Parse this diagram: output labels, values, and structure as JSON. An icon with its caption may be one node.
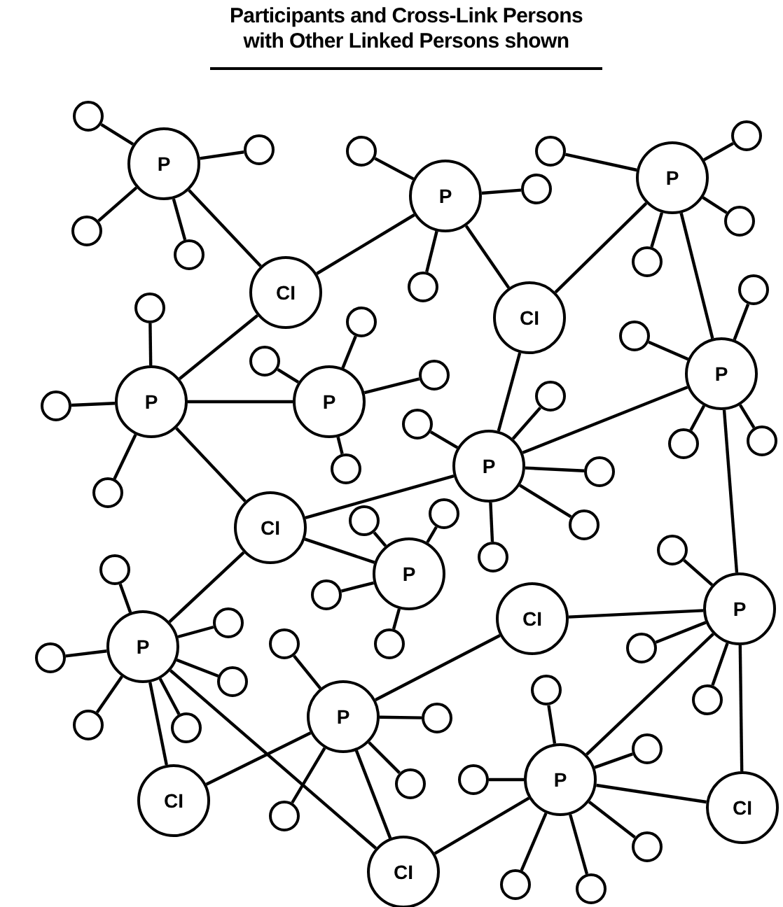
{
  "diagram": {
    "title": "Participants and Cross-Link Persons with Other Linked Persons shown",
    "nodes": [
      {
        "text": [
          "P"
        ]
      },
      {
        "text": [
          "P"
        ]
      },
      {
        "text": [
          "P"
        ]
      },
      {
        "text": [
          "CI"
        ]
      },
      {
        "text": [
          "CI"
        ]
      },
      {
        "text": [
          "P"
        ]
      },
      {
        "text": [
          "P"
        ]
      },
      {
        "text": [
          "P"
        ]
      },
      {
        "text": [
          "P"
        ]
      },
      {
        "text": [
          "CI"
        ]
      },
      {
        "text": [
          "P"
        ]
      },
      {
        "text": [
          "CI"
        ]
      },
      {
        "text": [
          "P"
        ]
      },
      {
        "text": [
          "P"
        ]
      },
      {
        "text": [
          "P"
        ]
      },
      {
        "text": [
          "CI"
        ]
      },
      {
        "text": [
          "P"
        ]
      },
      {
        "text": [
          "CI"
        ]
      },
      {
        "text": [
          "CI"
        ]
      },
      {
        "text": [],
        "shape": "circle"
      },
      {
        "text": [],
        "shape": "circle"
      },
      {
        "text": [],
        "shape": "circle"
      },
      {
        "text": [],
        "shape": "circle"
      },
      {
        "text": [],
        "shape": "circle"
      },
      {
        "text": [],
        "shape": "circle"
      },
      {
        "text": [],
        "shape": "circle"
      },
      {
        "text": [],
        "shape": "circle"
      },
      {
        "text": [],
        "shape": "circle"
      },
      {
        "text": [],
        "shape": "circle"
      },
      {
        "text": [],
        "shape": "circle"
      },
      {
        "text": [],
        "shape": "circle"
      },
      {
        "text": [],
        "shape": "circle"
      },
      {
        "text": [],
        "shape": "circle"
      },
      {
        "text": [],
        "shape": "circle"
      },
      {
        "text": [],
        "shape": "circle"
      },
      {
        "text": [],
        "shape": "circle"
      },
      {
        "text": [],
        "shape": "circle"
      },
      {
        "text": [],
        "shape": "circle"
      },
      {
        "text": [],
        "shape": "circle"
      },
      {
        "text": [],
        "shape": "circle"
      },
      {
        "text": [],
        "shape": "circle"
      },
      {
        "text": [],
        "shape": "circle"
      },
      {
        "text": [],
        "shape": "circle"
      },
      {
        "text": [],
        "shape": "circle"
      },
      {
        "text": [],
        "shape": "circle"
      },
      {
        "text": [],
        "shape": "circle"
      },
      {
        "text": [],
        "shape": "circle"
      },
      {
        "text": [],
        "shape": "circle"
      },
      {
        "text": [],
        "shape": "circle"
      },
      {
        "text": [],
        "shape": "circle"
      },
      {
        "text": [],
        "shape": "circle"
      },
      {
        "text": [],
        "shape": "circle"
      },
      {
        "text": [],
        "shape": "circle"
      },
      {
        "text": [],
        "shape": "circle"
      },
      {
        "text": [],
        "shape": "circle"
      },
      {
        "text": [],
        "shape": "circle"
      },
      {
        "text": [],
        "shape": "circle"
      },
      {
        "text": [],
        "shape": "circle"
      },
      {
        "text": [],
        "shape": "circle"
      },
      {
        "text": [],
        "shape": "circle"
      },
      {
        "text": [],
        "shape": "circle"
      },
      {
        "text": [],
        "shape": "circle"
      },
      {
        "text": [],
        "shape": "circle"
      },
      {
        "text": [],
        "shape": "circle"
      },
      {
        "text": [],
        "shape": "circle"
      },
      {
        "text": [],
        "shape": "circle"
      },
      {
        "text": [],
        "shape": "circle"
      },
      {
        "text": [],
        "shape": "circle"
      },
      {
        "text": [],
        "shape": "circle"
      }
    ],
    "edges": [
      {
        "from": 0,
        "to": 3,
        "arrow": "none"
      },
      {
        "from": 1,
        "to": 3,
        "arrow": "none"
      },
      {
        "from": 3,
        "to": 5,
        "arrow": "none"
      },
      {
        "from": 1,
        "to": 4,
        "arrow": "none"
      },
      {
        "from": 2,
        "to": 4,
        "arrow": "none"
      },
      {
        "from": 4,
        "to": 8,
        "arrow": "none"
      },
      {
        "from": 2,
        "to": 7,
        "arrow": "none"
      },
      {
        "from": 7,
        "to": 8,
        "arrow": "none"
      },
      {
        "from": 5,
        "to": 6,
        "arrow": "none"
      },
      {
        "from": 5,
        "to": 9,
        "arrow": "none"
      },
      {
        "from": 9,
        "to": 8,
        "arrow": "none"
      },
      {
        "from": 9,
        "to": 10,
        "arrow": "none"
      },
      {
        "from": 9,
        "to": 13,
        "arrow": "none"
      },
      {
        "from": 7,
        "to": 12,
        "arrow": "none"
      },
      {
        "from": 11,
        "to": 12,
        "arrow": "none"
      },
      {
        "from": 14,
        "to": 11,
        "arrow": "none"
      },
      {
        "from": 13,
        "to": 15,
        "arrow": "none"
      },
      {
        "from": 13,
        "to": 18,
        "arrow": "none"
      },
      {
        "from": 14,
        "to": 15,
        "arrow": "none"
      },
      {
        "from": 14,
        "to": 18,
        "arrow": "none"
      },
      {
        "from": 16,
        "to": 12,
        "arrow": "none"
      },
      {
        "from": 16,
        "to": 17,
        "arrow": "none"
      },
      {
        "from": 12,
        "to": 17,
        "arrow": "none"
      },
      {
        "from": 16,
        "to": 18,
        "arrow": "none"
      },
      {
        "from": 0,
        "to": 19,
        "arrow": "none"
      },
      {
        "from": 0,
        "to": 20,
        "arrow": "none"
      },
      {
        "from": 0,
        "to": 21,
        "arrow": "none"
      },
      {
        "from": 0,
        "to": 22,
        "arrow": "none"
      },
      {
        "from": 1,
        "to": 23,
        "arrow": "none"
      },
      {
        "from": 1,
        "to": 24,
        "arrow": "none"
      },
      {
        "from": 1,
        "to": 25,
        "arrow": "none"
      },
      {
        "from": 2,
        "to": 26,
        "arrow": "none"
      },
      {
        "from": 2,
        "to": 27,
        "arrow": "none"
      },
      {
        "from": 2,
        "to": 28,
        "arrow": "none"
      },
      {
        "from": 2,
        "to": 29,
        "arrow": "none"
      },
      {
        "from": 5,
        "to": 30,
        "arrow": "none"
      },
      {
        "from": 5,
        "to": 31,
        "arrow": "none"
      },
      {
        "from": 5,
        "to": 32,
        "arrow": "none"
      },
      {
        "from": 6,
        "to": 33,
        "arrow": "none"
      },
      {
        "from": 6,
        "to": 34,
        "arrow": "none"
      },
      {
        "from": 6,
        "to": 35,
        "arrow": "none"
      },
      {
        "from": 6,
        "to": 36,
        "arrow": "none"
      },
      {
        "from": 7,
        "to": 37,
        "arrow": "none"
      },
      {
        "from": 7,
        "to": 38,
        "arrow": "none"
      },
      {
        "from": 7,
        "to": 39,
        "arrow": "none"
      },
      {
        "from": 7,
        "to": 40,
        "arrow": "none"
      },
      {
        "from": 8,
        "to": 41,
        "arrow": "none"
      },
      {
        "from": 8,
        "to": 42,
        "arrow": "none"
      },
      {
        "from": 8,
        "to": 43,
        "arrow": "none"
      },
      {
        "from": 8,
        "to": 44,
        "arrow": "none"
      },
      {
        "from": 8,
        "to": 45,
        "arrow": "none"
      },
      {
        "from": 10,
        "to": 46,
        "arrow": "none"
      },
      {
        "from": 10,
        "to": 47,
        "arrow": "none"
      },
      {
        "from": 10,
        "to": 48,
        "arrow": "none"
      },
      {
        "from": 10,
        "to": 49,
        "arrow": "none"
      },
      {
        "from": 12,
        "to": 50,
        "arrow": "none"
      },
      {
        "from": 12,
        "to": 51,
        "arrow": "none"
      },
      {
        "from": 12,
        "to": 52,
        "arrow": "none"
      },
      {
        "from": 13,
        "to": 53,
        "arrow": "none"
      },
      {
        "from": 13,
        "to": 54,
        "arrow": "none"
      },
      {
        "from": 13,
        "to": 55,
        "arrow": "none"
      },
      {
        "from": 13,
        "to": 56,
        "arrow": "none"
      },
      {
        "from": 13,
        "to": 57,
        "arrow": "none"
      },
      {
        "from": 13,
        "to": 58,
        "arrow": "none"
      },
      {
        "from": 14,
        "to": 59,
        "arrow": "none"
      },
      {
        "from": 14,
        "to": 60,
        "arrow": "none"
      },
      {
        "from": 14,
        "to": 61,
        "arrow": "none"
      },
      {
        "from": 14,
        "to": 62,
        "arrow": "none"
      },
      {
        "from": 16,
        "to": 63,
        "arrow": "none"
      },
      {
        "from": 16,
        "to": 64,
        "arrow": "none"
      },
      {
        "from": 16,
        "to": 65,
        "arrow": "none"
      },
      {
        "from": 16,
        "to": 66,
        "arrow": "none"
      },
      {
        "from": 16,
        "to": 67,
        "arrow": "none"
      },
      {
        "from": 16,
        "to": 68,
        "arrow": "none"
      }
    ]
  }
}
